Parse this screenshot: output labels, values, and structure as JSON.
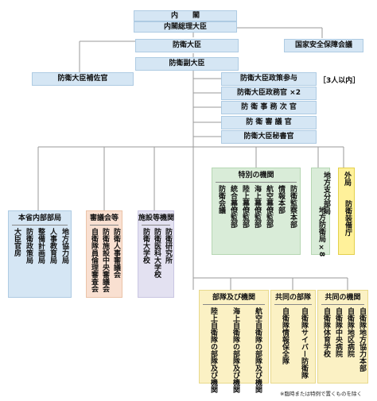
{
  "top": {
    "cabinet": "内　　閣",
    "prime_minister": "内閣総理大臣",
    "nsc": "国家安全保障会議",
    "minister": "防衛大臣",
    "senior_vice": "防衛副大臣",
    "advisor": "防衛大臣補佐官",
    "parliamentary_sec": "防衛大臣政策参与",
    "parliamentary_sec_note": "［3人以内］",
    "political_vice": "防衛大臣政務官 ×2",
    "admin_vice": "防 衛 事 務 次 官",
    "vice_minister_defense": "防 衛 審 議 官",
    "secretary": "防衛大臣秘書官"
  },
  "groups": {
    "internal": {
      "title": "本省内部部局",
      "items": [
        "大臣官房",
        "防衛政策局",
        "整備計画局",
        "人事教育局",
        "地方協力局"
      ]
    },
    "councils": {
      "title": "審議会等",
      "items": [
        "自衛隊員倫理審査会",
        "防衛施設中央審議会",
        "防衛人事審議会"
      ]
    },
    "facilities": {
      "title": "施設等機関",
      "items": [
        "防衛大学校",
        "防衛医科大学校",
        "防衛研究所"
      ]
    },
    "special": {
      "title": "特別の機関",
      "items": [
        "防衛会議",
        "統合幕僚監部",
        "陸上幕僚監部",
        "海上幕僚監部",
        "航空幕僚監部",
        "情報本部",
        "防衛監察本部"
      ]
    },
    "regional": {
      "title": "地方支分部局",
      "item": "地方防衛局",
      "count": "×8"
    },
    "external": {
      "title": "外局",
      "item": "防衛装備庁"
    },
    "units": {
      "title": "部隊及び機関",
      "items": [
        "陸上自衛隊の部隊及び機関",
        "海上自衛隊の部隊及び機関",
        "航空自衛隊の部隊及び機関"
      ]
    },
    "joint_units": {
      "title": "共同の部隊",
      "items": [
        "自衛隊情報保全隊",
        "自衛隊サイバー防衛隊"
      ]
    },
    "joint_orgs": {
      "title": "共同の機関",
      "items": [
        "自衛隊体育学校",
        "自衛隊中央病院",
        "自衛隊地区病院",
        "自衛隊地方協力本部"
      ]
    }
  },
  "footnote": "※臨時または特例で置くものを除く"
}
